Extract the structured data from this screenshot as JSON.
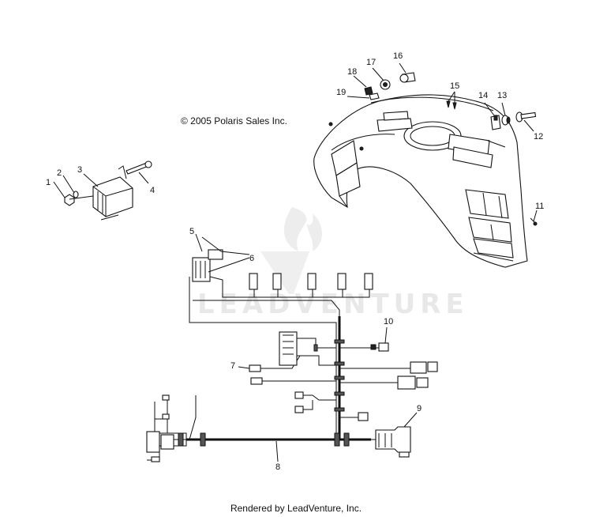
{
  "copyright": "© 2005 Polaris Sales Inc.",
  "footer": "Rendered by LeadVenture, Inc.",
  "watermark": "LEADVENTURE",
  "callouts": [
    "1",
    "2",
    "3",
    "4",
    "5",
    "6",
    "7",
    "8",
    "9",
    "10",
    "11",
    "12",
    "13",
    "14",
    "15",
    "16",
    "17",
    "18",
    "19"
  ]
}
